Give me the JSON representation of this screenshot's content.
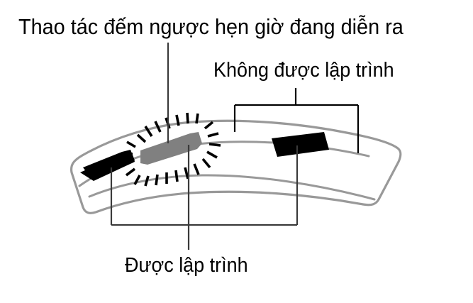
{
  "diagram": {
    "title_label": "Thao tác đếm ngược hẹn giờ đang diễn ra",
    "right_group_label": "Không được lập trình",
    "bottom_group_label": "Được lập trình",
    "colors": {
      "background": "#ffffff",
      "panel_outline": "#999999",
      "segment_programmed": "#000000",
      "segment_active": "#808080",
      "leader_line": "#3a3a3a",
      "flash_marks": "#000000",
      "text": "#000000"
    },
    "elements": {
      "panel": "curved-display-panel",
      "left_segment": "programmed-segment-left",
      "center_segment": "active-countdown-segment",
      "right_segment": "programmed-segment-right",
      "flash_marks_count": 22
    }
  }
}
